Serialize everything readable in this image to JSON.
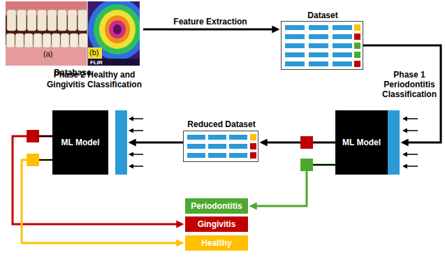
{
  "diagram": {
    "nodes": [
      {
        "text": [
          "Database"
        ]
      },
      {
        "text": [
          "Dataset"
        ]
      },
      {
        "text": [
          "Phase 1 Periodontitis Classification",
          "ML Model"
        ]
      },
      {
        "text": [
          "Reduced Dataset"
        ]
      },
      {
        "text": [
          "Phase 2 Healthy and Gingivitis Classification",
          "ML Model"
        ]
      },
      {
        "text": [
          "Periodontitis"
        ]
      },
      {
        "text": [
          "Gingivitis"
        ]
      },
      {
        "text": [
          "Healthy"
        ]
      }
    ],
    "edges": [
      {
        "from": 0,
        "to": 1,
        "arrow": "to",
        "label": "Feature Extraction"
      },
      {
        "from": 1,
        "to": 2,
        "arrow": "to"
      },
      {
        "from": 2,
        "to": 3,
        "arrow": "to"
      },
      {
        "from": 3,
        "to": 4,
        "arrow": "to"
      },
      {
        "from": 2,
        "to": 5,
        "arrow": "to"
      },
      {
        "from": 4,
        "to": 6,
        "arrow": "to"
      },
      {
        "from": 4,
        "to": 7,
        "arrow": "to"
      }
    ],
    "labels": [
      "(a)",
      "(b)",
      "FLIR"
    ]
  }
}
